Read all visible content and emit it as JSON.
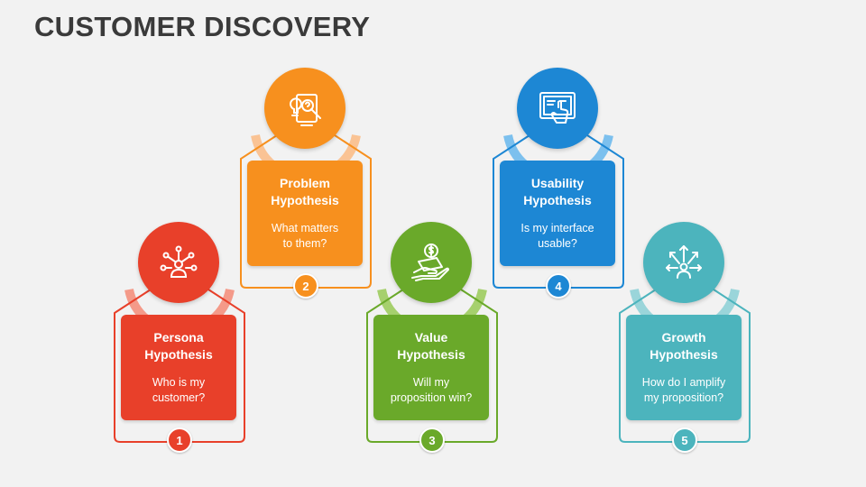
{
  "title": "CUSTOMER DISCOVERY",
  "steps": [
    {
      "number": "1",
      "title": "Persona\nHypothesis",
      "question": "Who is my\ncustomer?",
      "color": "#e8402a",
      "light": "#f49a89",
      "icon": "persona-network-icon"
    },
    {
      "number": "2",
      "title": "Problem\nHypothesis",
      "question": "What matters\nto them?",
      "color": "#f7901e",
      "light": "#fac394",
      "icon": "problem-lightbulb-icon"
    },
    {
      "number": "3",
      "title": "Value\nHypothesis",
      "question": "Will my\nproposition win?",
      "color": "#6aa92a",
      "light": "#a6d06d",
      "icon": "value-money-hand-icon"
    },
    {
      "number": "4",
      "title": "Usability\nHypothesis",
      "question": "Is my interface\nusable?",
      "color": "#1d87d4",
      "light": "#7cc0ee",
      "icon": "usability-touchscreen-icon"
    },
    {
      "number": "5",
      "title": "Growth\nHypothesis",
      "question": "How do I amplify\nmy proposition?",
      "color": "#4cb4bd",
      "light": "#9ad5da",
      "icon": "growth-arrows-icon"
    }
  ]
}
